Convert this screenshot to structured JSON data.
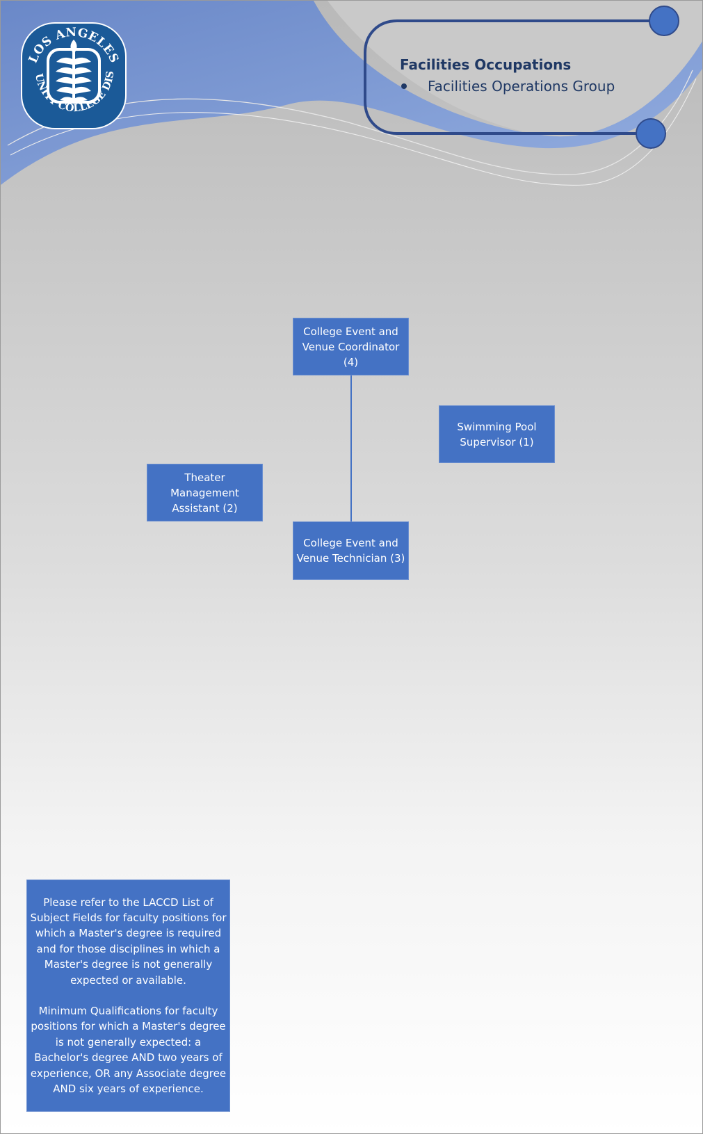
{
  "header": {
    "title": "Facilities Occupations",
    "bullet": "Facilities Operations Group"
  },
  "logo": {
    "arc_top": "LOS ANGELES",
    "arc_bottom": "COMMUNITY COLLEGE DISTRICT",
    "icon": "wheat-stalk-seal-icon"
  },
  "nodes": {
    "coordinator": "College Event and Venue Coordinator (4)",
    "technician": "College Event and Venue Technician (3)",
    "theater": "Theater Management Assistant (2)",
    "pool": "Swimming Pool Supervisor (1)"
  },
  "note": {
    "paragraph1": "Please refer to the LACCD List of Subject Fields for faculty positions for which a Master's degree is required and for those disciplines in which a Master's degree is not generally expected or available.",
    "paragraph2": "Minimum Qualifications for faculty positions for which a  Master's degree is not generally expected:  a Bachelor's degree AND two years of experience, OR any Associate degree AND six years of experience."
  },
  "colors": {
    "node_fill": "#4472c4",
    "header_text": "#1f3864",
    "swoosh_blue": "#6f8fd0",
    "frame_navy": "#2f4a8a"
  }
}
